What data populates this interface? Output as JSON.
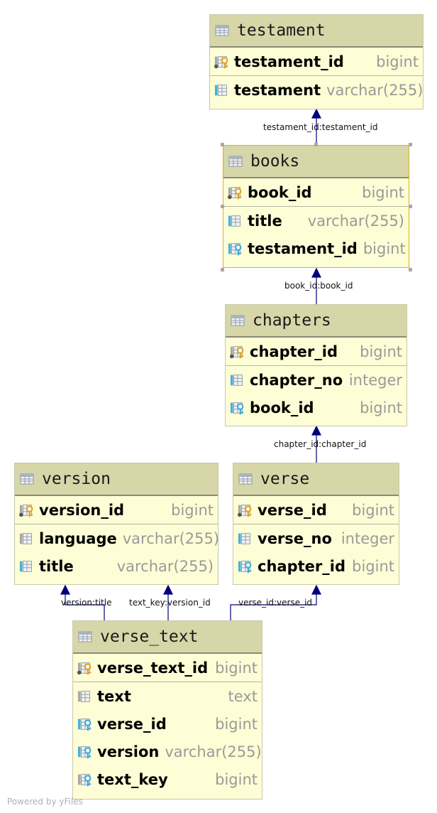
{
  "tables": {
    "testament": {
      "name": "testament",
      "columns": [
        {
          "name": "testament_id",
          "type": "bigint",
          "key": "pk"
        },
        {
          "name": "testament",
          "type": "varchar(255)",
          "key": "col"
        }
      ]
    },
    "books": {
      "name": "books",
      "columns": [
        {
          "name": "book_id",
          "type": "bigint",
          "key": "pk"
        },
        {
          "name": "title",
          "type": "varchar(255)",
          "key": "col"
        },
        {
          "name": "testament_id",
          "type": "bigint",
          "key": "fk"
        }
      ]
    },
    "chapters": {
      "name": "chapters",
      "columns": [
        {
          "name": "chapter_id",
          "type": "bigint",
          "key": "pk"
        },
        {
          "name": "chapter_no",
          "type": "integer",
          "key": "col"
        },
        {
          "name": "book_id",
          "type": "bigint",
          "key": "fk"
        }
      ]
    },
    "version": {
      "name": "version",
      "columns": [
        {
          "name": "version_id",
          "type": "bigint",
          "key": "pk"
        },
        {
          "name": "language",
          "type": "varchar(255)",
          "key": "col-gray"
        },
        {
          "name": "title",
          "type": "varchar(255)",
          "key": "col"
        }
      ]
    },
    "verse": {
      "name": "verse",
      "columns": [
        {
          "name": "verse_id",
          "type": "bigint",
          "key": "pk"
        },
        {
          "name": "verse_no",
          "type": "integer",
          "key": "col"
        },
        {
          "name": "chapter_id",
          "type": "bigint",
          "key": "fk"
        }
      ]
    },
    "verse_text": {
      "name": "verse_text",
      "columns": [
        {
          "name": "verse_text_id",
          "type": "bigint",
          "key": "pk"
        },
        {
          "name": "text",
          "type": "text",
          "key": "col-gray"
        },
        {
          "name": "verse_id",
          "type": "bigint",
          "key": "fk"
        },
        {
          "name": "version",
          "type": "varchar(255)",
          "key": "fk"
        },
        {
          "name": "text_key",
          "type": "bigint",
          "key": "fk-gray"
        }
      ]
    }
  },
  "relations": {
    "books_testament": "testament_id:testament_id",
    "chapters_books": "book_id:book_id",
    "verse_chapters": "chapter_id:chapter_id",
    "vt_version_title": "version:title",
    "vt_version_id": "text_key:version_id",
    "vt_verse": "verse_id:verse_id"
  },
  "footer": "Powered by yFiles",
  "colors": {
    "header": "#d6d6a8",
    "body": "#fdfdd6",
    "arrow": "#00007a",
    "pk_key": "#e0a020",
    "fk_key": "#3aa8d8"
  }
}
